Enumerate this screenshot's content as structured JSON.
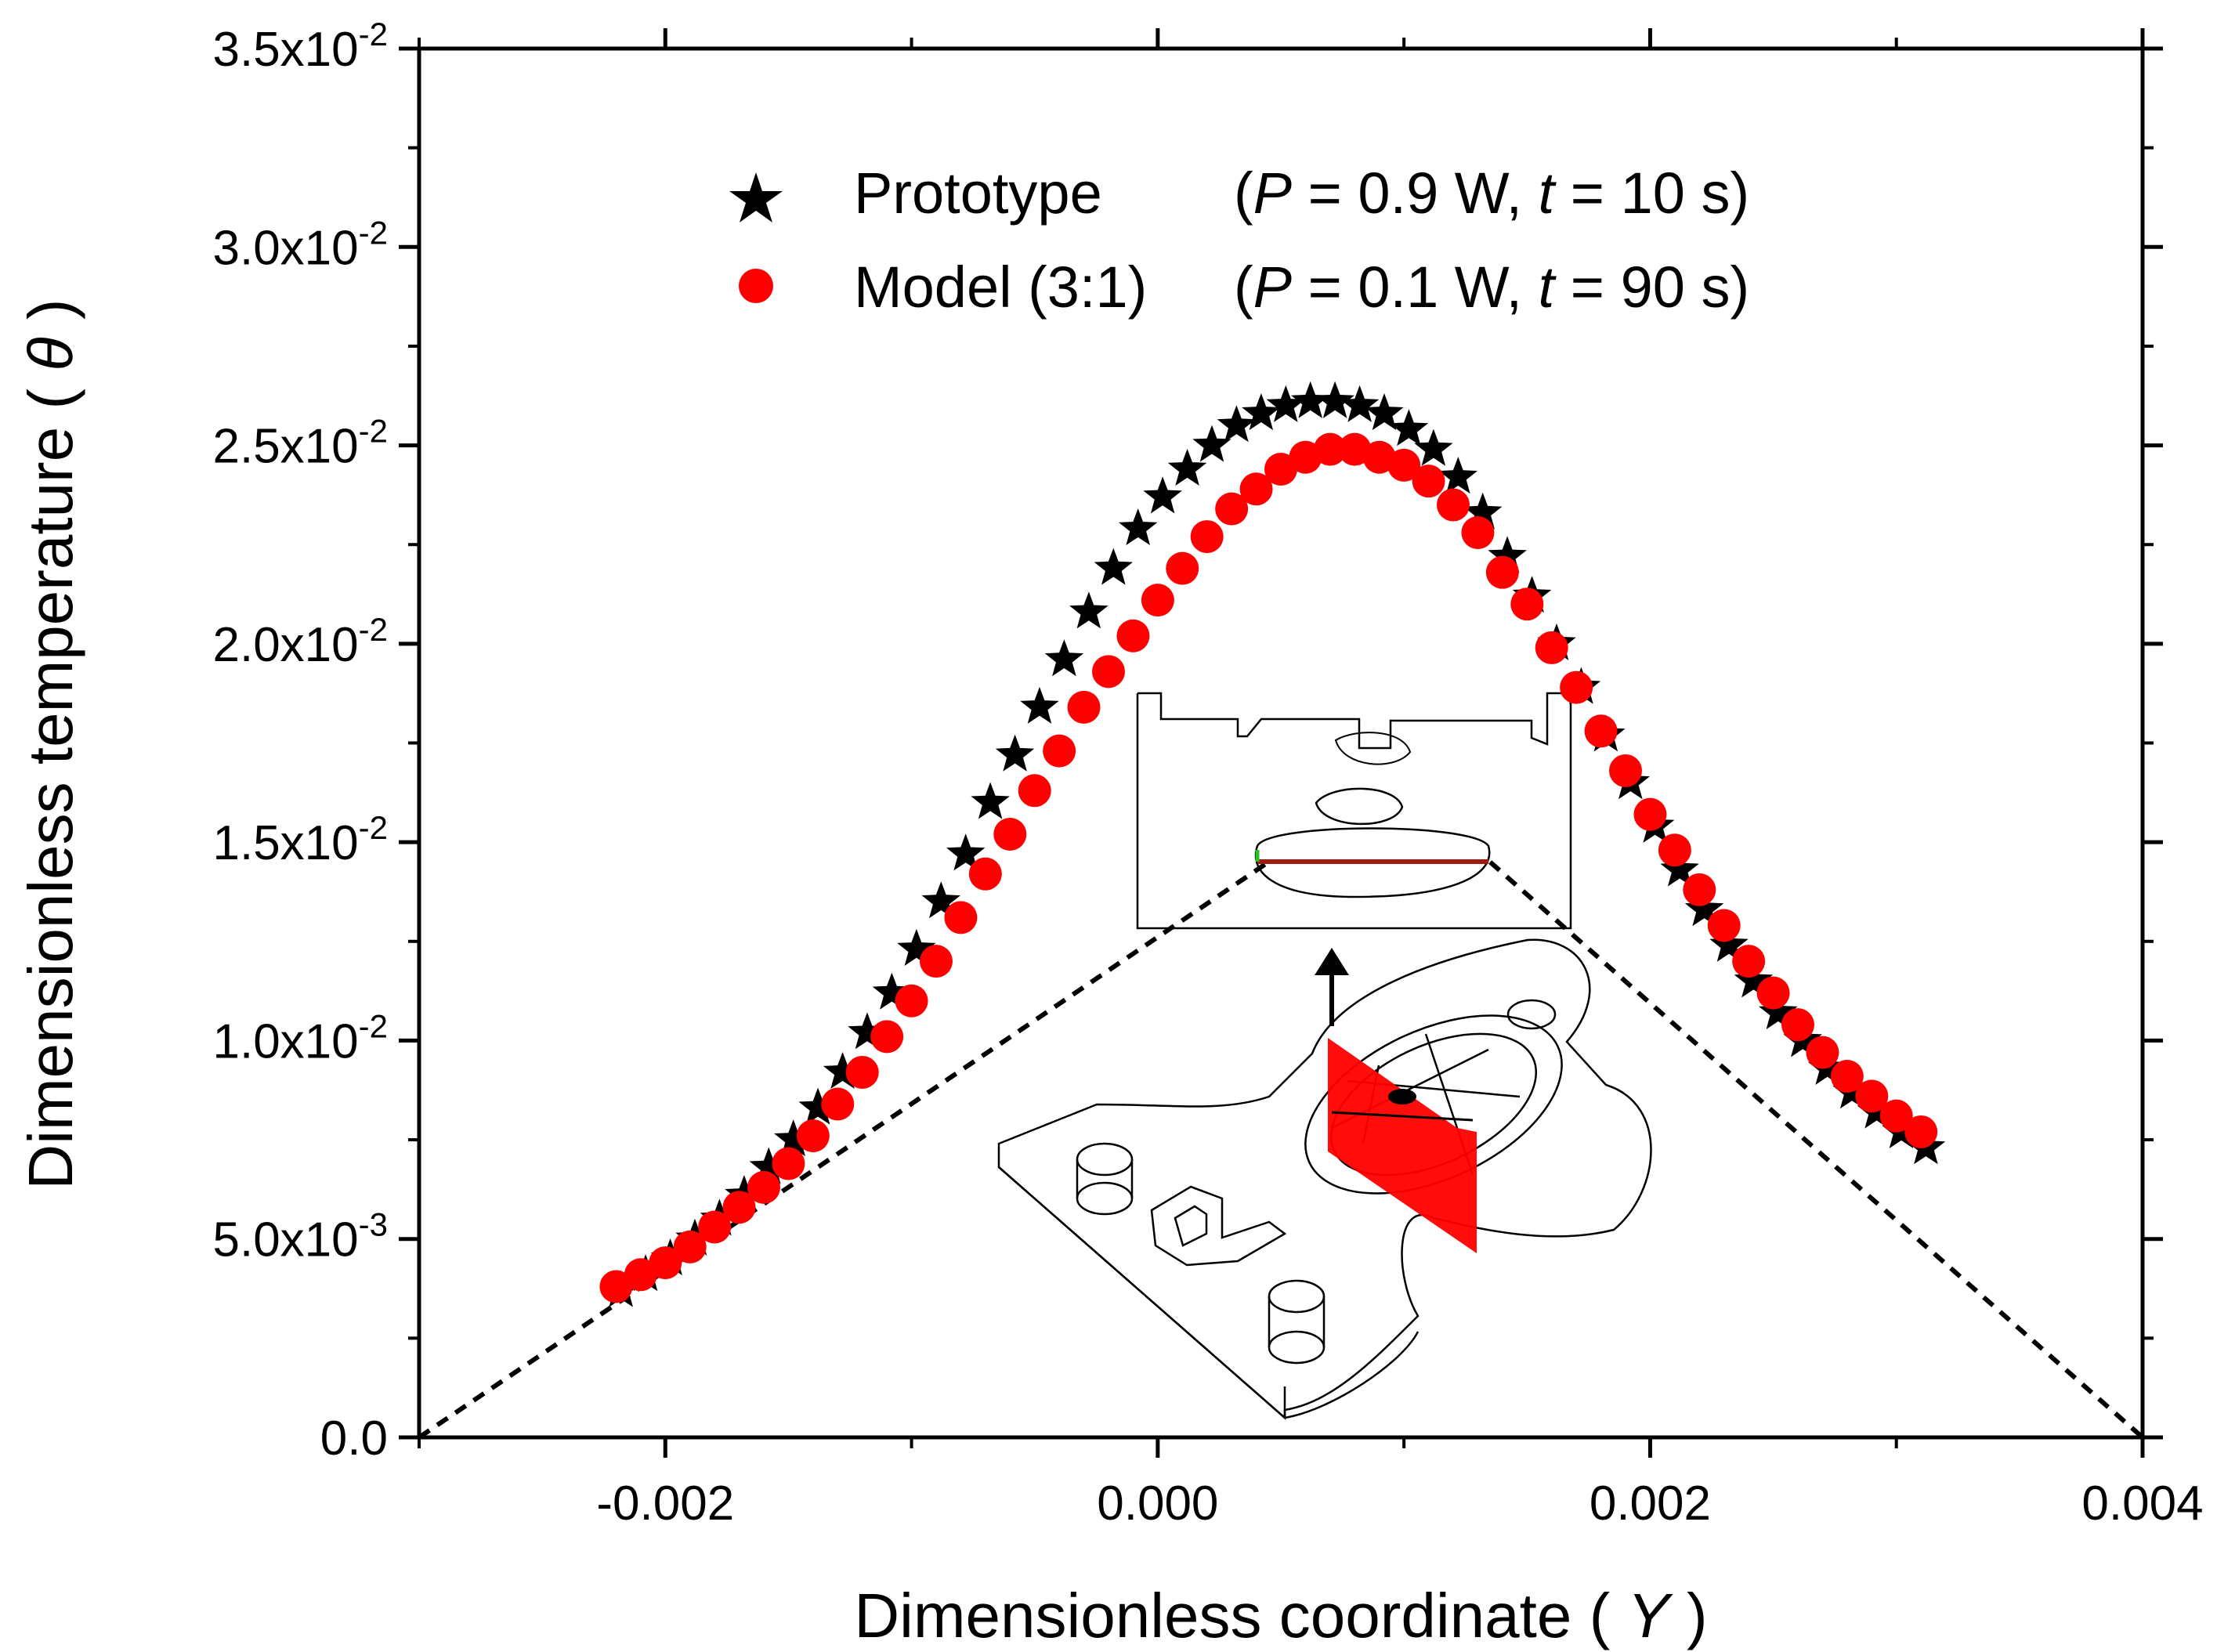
{
  "chart_data": {
    "type": "scatter",
    "xlabel": "Dimensionless coordinate ( Y )",
    "ylabel": "Dimensionless temperature ( θ )",
    "xlim": [
      -0.003,
      0.004
    ],
    "ylim": [
      0,
      0.035
    ],
    "x_ticks": [
      {
        "value": -0.002,
        "label": "-0.002"
      },
      {
        "value": 0.0,
        "label": "0.000"
      },
      {
        "value": 0.002,
        "label": "0.002"
      },
      {
        "value": 0.004,
        "label": "0.004"
      }
    ],
    "y_ticks": [
      {
        "value": 0.0,
        "mantissa": "0.0",
        "exp": ""
      },
      {
        "value": 0.005,
        "mantissa": "5.0x10",
        "exp": "-3"
      },
      {
        "value": 0.01,
        "mantissa": "1.0x10",
        "exp": "-2"
      },
      {
        "value": 0.015,
        "mantissa": "1.5x10",
        "exp": "-2"
      },
      {
        "value": 0.02,
        "mantissa": "2.0x10",
        "exp": "-2"
      },
      {
        "value": 0.025,
        "mantissa": "2.5x10",
        "exp": "-2"
      },
      {
        "value": 0.03,
        "mantissa": "3.0x10",
        "exp": "-2"
      },
      {
        "value": 0.035,
        "mantissa": "3.5x10",
        "exp": "-2"
      }
    ],
    "grid": false,
    "legend_position": "top",
    "series": [
      {
        "name": "Prototype",
        "condition": "(P = 0.9 W, t = 10 s)",
        "marker": "star",
        "color": "#000000",
        "x": [
          -0.00218,
          -0.00208,
          -0.00198,
          -0.00188,
          -0.00178,
          -0.00168,
          -0.00158,
          -0.00148,
          -0.00138,
          -0.00128,
          -0.00118,
          -0.00108,
          -0.00098,
          -0.00088,
          -0.00078,
          -0.00068,
          -0.00058,
          -0.00048,
          -0.00038,
          -0.00028,
          -0.00018,
          -8e-05,
          2e-05,
          0.00012,
          0.00022,
          0.00032,
          0.00042,
          0.00052,
          0.00062,
          0.00072,
          0.00082,
          0.00092,
          0.00102,
          0.00112,
          0.00122,
          0.00132,
          0.00142,
          0.00152,
          0.00162,
          0.00172,
          0.00182,
          0.00192,
          0.00202,
          0.00212,
          0.00222,
          0.00232,
          0.00242,
          0.00252,
          0.00262,
          0.00272,
          0.00282,
          0.00292,
          0.00302,
          0.00312
        ],
        "y": [
          0.0037,
          0.0041,
          0.0045,
          0.005,
          0.0055,
          0.0061,
          0.0068,
          0.0075,
          0.0083,
          0.0092,
          0.0102,
          0.0112,
          0.0123,
          0.0135,
          0.0147,
          0.016,
          0.0172,
          0.0184,
          0.0196,
          0.0208,
          0.0219,
          0.0229,
          0.0237,
          0.0244,
          0.025,
          0.0255,
          0.0258,
          0.026,
          0.0261,
          0.0261,
          0.026,
          0.0258,
          0.0254,
          0.0249,
          0.0242,
          0.0233,
          0.0222,
          0.0212,
          0.02,
          0.0189,
          0.0177,
          0.0165,
          0.0154,
          0.0143,
          0.0133,
          0.0124,
          0.0115,
          0.0107,
          0.01,
          0.0093,
          0.0087,
          0.0082,
          0.0077,
          0.0073
        ]
      },
      {
        "name": "Model (3:1)",
        "condition": "(P = 0.1 W, t = 90 s)",
        "marker": "circle",
        "color": "#ff0000",
        "x": [
          -0.0022,
          -0.0021,
          -0.002,
          -0.0019,
          -0.0018,
          -0.0017,
          -0.0016,
          -0.0015,
          -0.0014,
          -0.0013,
          -0.0012,
          -0.0011,
          -0.001,
          -0.0009,
          -0.0008,
          -0.0007,
          -0.0006,
          -0.0005,
          -0.0004,
          -0.0003,
          -0.0002,
          -0.0001,
          0.0,
          0.0001,
          0.0002,
          0.0003,
          0.0004,
          0.0005,
          0.0006,
          0.0007,
          0.0008,
          0.0009,
          0.001,
          0.0011,
          0.0012,
          0.0013,
          0.0014,
          0.0015,
          0.0016,
          0.0017,
          0.0018,
          0.0019,
          0.002,
          0.0021,
          0.0022,
          0.0023,
          0.0024,
          0.0025,
          0.0026,
          0.0027,
          0.0028,
          0.0029,
          0.003,
          0.0031
        ],
        "y": [
          0.0038,
          0.0041,
          0.0044,
          0.0048,
          0.0053,
          0.0058,
          0.0063,
          0.0069,
          0.0076,
          0.0084,
          0.0092,
          0.0101,
          0.011,
          0.012,
          0.0131,
          0.0142,
          0.0152,
          0.0163,
          0.0173,
          0.0184,
          0.0193,
          0.0202,
          0.0211,
          0.0219,
          0.0227,
          0.0234,
          0.0239,
          0.0244,
          0.0247,
          0.0249,
          0.0249,
          0.0247,
          0.0245,
          0.0241,
          0.0235,
          0.0228,
          0.0218,
          0.021,
          0.0199,
          0.0189,
          0.0178,
          0.0168,
          0.0157,
          0.0148,
          0.0138,
          0.0129,
          0.012,
          0.0112,
          0.0104,
          0.0097,
          0.0091,
          0.0086,
          0.0081,
          0.0077
        ]
      }
    ],
    "reference_lines": [
      {
        "style": "dashed",
        "color": "#000000",
        "x": [
          -0.003,
          0.00045
        ],
        "y": [
          0.0,
          0.0145
        ]
      },
      {
        "style": "dashed",
        "color": "#000000",
        "x": [
          0.00135,
          0.004
        ],
        "y": [
          0.0145,
          0.0
        ]
      }
    ],
    "inset": {
      "description_icon": "device-geometry-icon",
      "highlight_color": "#ff0000",
      "line_color": "#a01a10"
    }
  }
}
